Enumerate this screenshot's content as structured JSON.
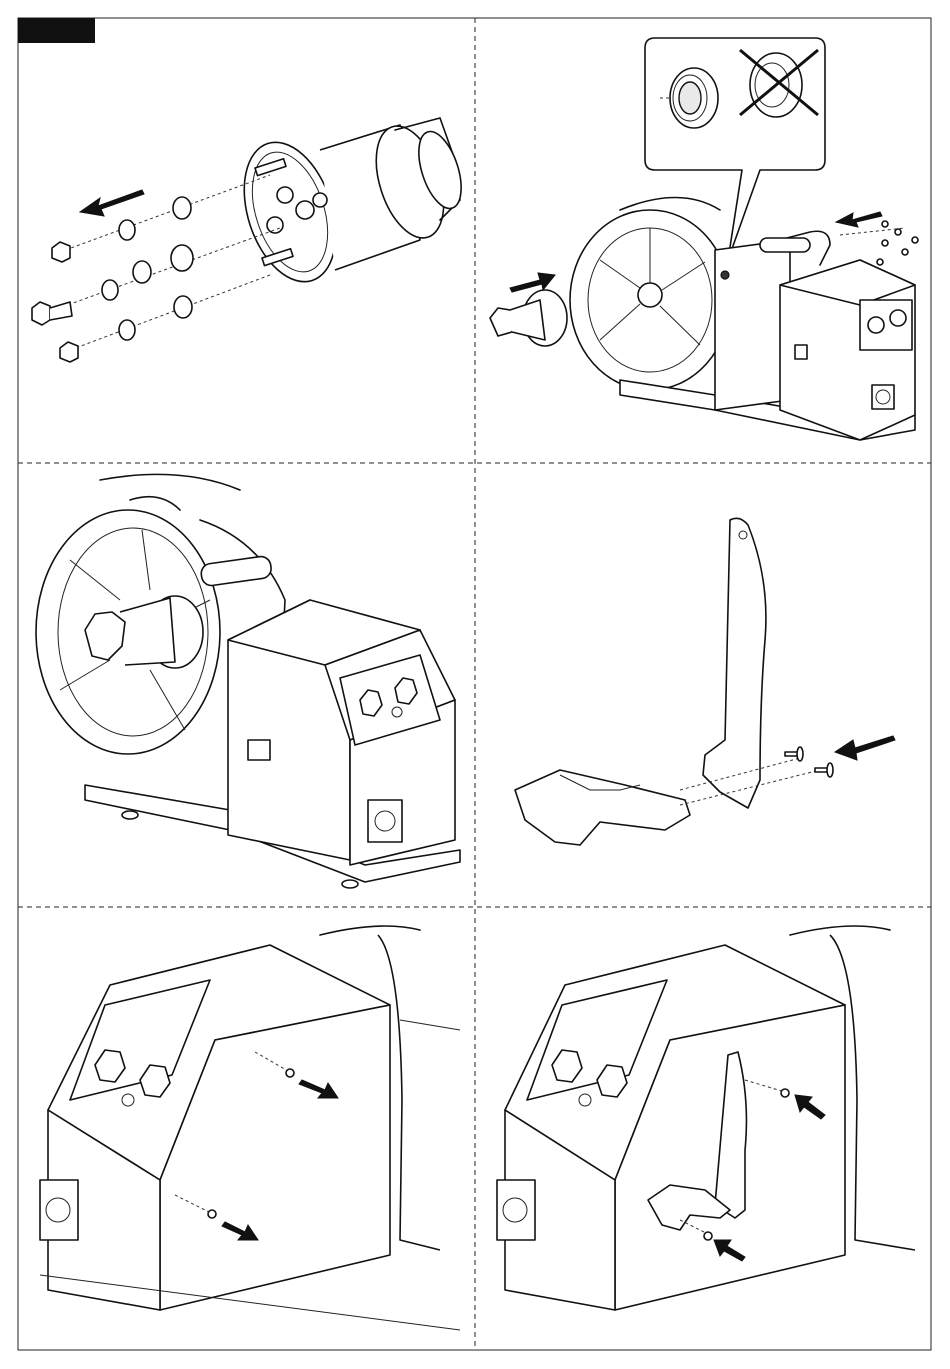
{
  "document": {
    "panel_count": 6,
    "header_tab_color": "#111111",
    "line_color": "#111111",
    "panels": [
      {
        "id": 1,
        "content": "spool-hub-exploded-view",
        "icons": [
          "nut-icon",
          "washer-icon",
          "bolt-icon",
          "arrow-icon"
        ]
      },
      {
        "id": 2,
        "content": "spool-holder-assembly-with-bushing-detail",
        "icons": [
          "bushing-correct-icon",
          "bushing-wrong-icon",
          "arrow-icon"
        ]
      },
      {
        "id": 3,
        "content": "assembled-wire-feeder",
        "icons": [
          "knob-icon",
          "connector-icon"
        ]
      },
      {
        "id": 4,
        "content": "hose-support-bracket-exploded",
        "icons": [
          "screw-icon",
          "arrow-icon"
        ]
      },
      {
        "id": 5,
        "content": "side-panel-screws-removal",
        "icons": [
          "screw-icon",
          "arrow-icon"
        ]
      },
      {
        "id": 6,
        "content": "bracket-mounted-on-side-panel",
        "icons": [
          "screw-icon",
          "arrow-icon"
        ]
      }
    ]
  }
}
